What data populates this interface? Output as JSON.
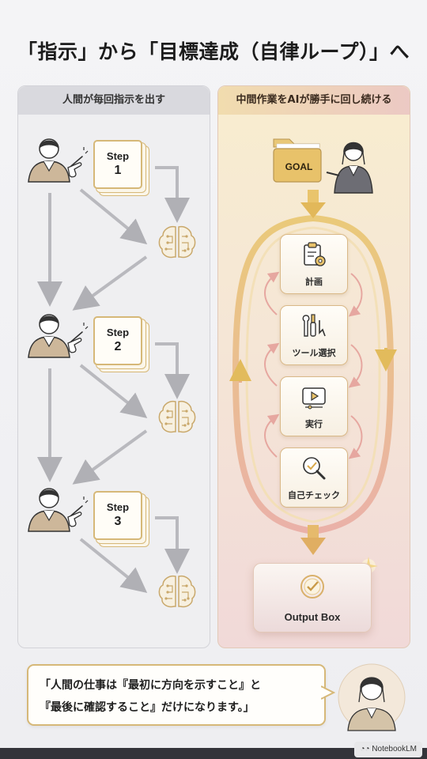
{
  "title": "「指示」から「目標達成（自律ループ）」へ",
  "left_panel": {
    "header": "人間が毎回指示を出す",
    "steps": [
      {
        "word": "Step",
        "num": "1"
      },
      {
        "word": "Step",
        "num": "2"
      },
      {
        "word": "Step",
        "num": "3"
      }
    ]
  },
  "right_panel": {
    "header": "中間作業をAIが勝手に回し続ける",
    "goal_label": "GOAL",
    "cycle": [
      {
        "label": "計画",
        "icon": "clipboard-gear-icon"
      },
      {
        "label": "ツール選択",
        "icon": "tools-icon"
      },
      {
        "label": "実行",
        "icon": "play-icon"
      },
      {
        "label": "自己チェック",
        "icon": "magnifier-check-icon"
      }
    ],
    "output_label": "Output Box"
  },
  "speech": {
    "line1": "「人間の仕事は『最初に方向を示すこと』と",
    "line2": "『最後に確認すること』だけになります。」"
  },
  "badge": "NotebookLM",
  "colors": {
    "gold": "#d6b878",
    "gold_arrow": "#e2bb5c",
    "pink_arrow": "#e6a7a0",
    "gray_arrow": "#b9b9be",
    "brain_stroke": "#c9a86b"
  }
}
